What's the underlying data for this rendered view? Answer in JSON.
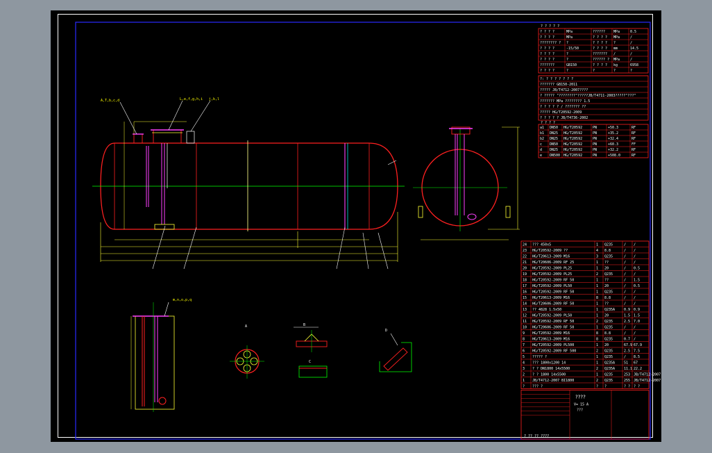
{
  "colors": {
    "background": "#8e97a0",
    "sheet": "#000000",
    "border_blue": "#2a2aff",
    "vessel_red": "#ff2020",
    "centerline_green": "#00ff00",
    "dim_yellow": "#ffff33",
    "table_red": "#ff2020",
    "tube_magenta": "#ff40ff",
    "white": "#ffffff",
    "cyan": "#00ffff"
  },
  "callouts": {
    "left_nozzle": "A,T,b,c,d",
    "manway": "L,e,f,g,h,i",
    "right_nozzle": "j,k,l",
    "detail_flange": "m,n,o,p,q"
  },
  "title_block": {
    "name": "????",
    "volume": "V= 15 A",
    "sub": "???"
  },
  "spec_header": "? ? ? ? ?",
  "spec_rows": [
    [
      "? ? ? ?",
      "MPa",
      "??????",
      "MPa",
      "0.5"
    ],
    [
      "? ? ? ?",
      "MPa",
      "? ? ? ?",
      "MPa",
      "/"
    ],
    [
      "???????? ?",
      "?",
      "? ? ? ?",
      "?",
      "/"
    ],
    [
      "? ? ? ?",
      "-15/50",
      "? ? ? ?",
      "mm",
      "14.5"
    ],
    [
      "? ? ? ?",
      "?",
      "???????",
      "/",
      "/"
    ],
    [
      "? ? ? ?",
      "?",
      "?????? ?",
      "MPa",
      "/"
    ],
    [
      "???????",
      "GB150",
      "? ? ? ?",
      "kg",
      "6958"
    ],
    [
      "? ? ? ?",
      "?",
      "?",
      "?",
      "?"
    ]
  ],
  "std_lines": [
    "?: ? ? ? ? ? ? ?",
    "??????? GB150-2011",
    "????? JB/T4712-2007????",
    "? ????? \"????????\"?????JB/T4711-2003?????\"???\"",
    "??????? MPa ???????? 1.5",
    "? ? ? ? ? / ??????? ??",
    "????? HG/T20592-2009",
    "? ? ? ? ? JB/T4736-2002"
  ],
  "nozzle_header": "? ? ? ?",
  "nozzles": [
    [
      "a1",
      "DN50",
      "HG/T20592",
      "PN",
      "+50.3",
      "RF"
    ],
    [
      "b1",
      "DN25",
      "HG/T20592",
      "PN",
      "+35.2",
      "RF"
    ],
    [
      "b2",
      "DN25",
      "HG/T20592",
      "PN",
      "+32.4",
      "RF"
    ],
    [
      "c",
      "DN50",
      "HG/T20592",
      "PN",
      "+60.3",
      "FF"
    ],
    [
      "d",
      "DN25",
      "HG/T20592",
      "PN",
      "+32.2",
      "RF"
    ],
    [
      "e",
      "DN500",
      "HG/T20592",
      "PN",
      "+508.0",
      "RF"
    ]
  ],
  "parts": [
    [
      "24",
      "??? 450x5",
      "1",
      "Q235",
      "/",
      "/"
    ],
    [
      "23",
      "HG/T20592-2009 ??",
      "4",
      "8.8",
      "/",
      "/"
    ],
    [
      "22",
      "HG/T20613-2009 M16",
      "3",
      "Q235",
      "/",
      "/"
    ],
    [
      "21",
      "HG/T20606-2009 RF 25",
      "1",
      "??",
      "/",
      "/"
    ],
    [
      "20",
      "HG/T20592-2009 PL25",
      "1",
      "20",
      "/",
      "0.5"
    ],
    [
      "19",
      "HG/T20592-2009 PL25",
      "2",
      "Q235",
      "/",
      "/"
    ],
    [
      "18",
      "HG/T20592-2009 RF 50",
      "1",
      "??",
      "/",
      "1.5"
    ],
    [
      "17",
      "HG/T20592-2009 PL50",
      "1",
      "20",
      "/",
      "0.5"
    ],
    [
      "16",
      "HG/T20592-2009 RF 50",
      "1",
      "Q235",
      "/",
      "/"
    ],
    [
      "15",
      "HG/T20613-2009 M16",
      "8",
      "8.8",
      "/",
      "/"
    ],
    [
      "14",
      "HG/T20606-2009 RF 50",
      "1",
      "??",
      "/",
      "/"
    ],
    [
      "13",
      "?? 4828 1.5x50",
      "1",
      "Q235A",
      "0.9",
      "0.9"
    ],
    [
      "12",
      "HG/T20592-2009 PL50",
      "1",
      "20",
      "1.5",
      "1.5"
    ],
    [
      "11",
      "HG/T20592-2009 RF 50",
      "2",
      "Q235",
      "2.5",
      "7.0"
    ],
    [
      "10",
      "HG/T20606-2009 RF 50",
      "1",
      "Q235",
      "/",
      "/"
    ],
    [
      "9",
      "HG/T20592-2009 M16",
      "8",
      "8.8",
      "/",
      "/"
    ],
    [
      "8",
      "HG/T20613-2009 M16",
      "8",
      "Q235",
      "0.7",
      "/"
    ],
    [
      "7",
      "HG/T20592-2009 PL500",
      "1",
      "20",
      "67.9",
      "67.9"
    ],
    [
      "6",
      "HG/T20592-2009 RF 500",
      "2",
      "Q235",
      "2.5",
      "7.5"
    ],
    [
      "5",
      "????? ?",
      "1",
      "Q235",
      "/",
      "8.5"
    ],
    [
      "4",
      "??? 1800x1200 14",
      "1",
      "Q235A",
      "51",
      "67"
    ],
    [
      "3",
      "? ? DN1800 14x5500",
      "2",
      "Q235A",
      "11.1",
      "22.2"
    ],
    [
      "2",
      "? ? 1800 14x5500",
      "1",
      "Q235",
      "253",
      "JB/T4712-2007"
    ],
    [
      "1",
      "JB/T4712-2007 BI1800",
      "2",
      "Q235",
      "255",
      "JB/T4712-2007"
    ],
    [
      "?",
      "??? ?",
      "?",
      "?",
      "? ?",
      "? ?"
    ]
  ],
  "sections": {
    "a": "A",
    "b": "B",
    "c": "C",
    "d": "D"
  },
  "footer": "? ?? ?? ????"
}
